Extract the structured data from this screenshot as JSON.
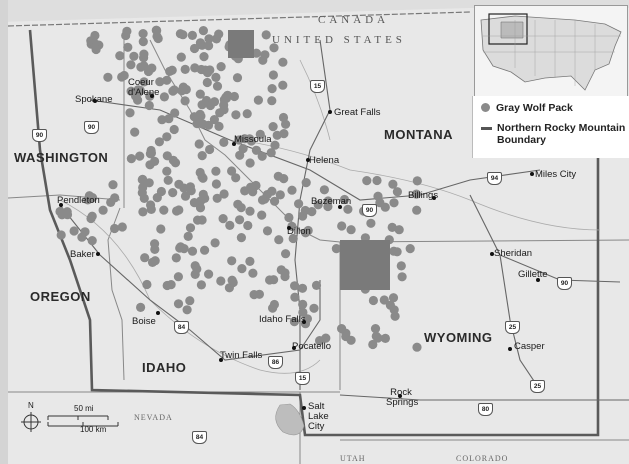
{
  "map": {
    "labels": {
      "canada": "CANADA",
      "united_states": "UNITED STATES",
      "washington": "WASHINGTON",
      "oregon": "OREGON",
      "idaho": "IDAHO",
      "montana": "MONTANA",
      "wyoming": "WYOMING",
      "nevada": "NEVADA",
      "utah": "UTAH",
      "colorado": "COLORADO"
    },
    "cities": {
      "spokane": "Spokane",
      "coeur_dalene": "Coeur d'Alene",
      "great_falls": "Great Falls",
      "missoula": "Missoula",
      "helena": "Helena",
      "bozeman": "Bozeman",
      "billings": "Billings",
      "miles_city": "Miles City",
      "pendleton": "Pendleton",
      "baker": "Baker",
      "dillon": "Dillon",
      "sheridan": "Sheridan",
      "gillette": "Gillette",
      "boise": "Boise",
      "idaho_falls": "Idaho Falls",
      "pocatello": "Pocatello",
      "twin_falls": "Twin Falls",
      "casper": "Casper",
      "rock_springs": "Rock Springs",
      "salt_lake_city": "Salt Lake City"
    },
    "interstates": [
      "15",
      "90",
      "90",
      "84",
      "94",
      "90",
      "25",
      "86",
      "15",
      "80",
      "84",
      "90",
      "25"
    ]
  },
  "legend": {
    "wolf_pack_label": "Gray Wolf Pack",
    "boundary_label": "Northern Rocky Mountain Boundary",
    "wolf_pack_color": "#8a8a8a",
    "boundary_color": "#555555"
  },
  "scale_bar": {
    "north": "N",
    "miles": "50 mi",
    "km": "100 km"
  },
  "colors": {
    "land": "#e6e6e6",
    "water": "#bdbdbd",
    "wolf_dot": "#8a8a8a",
    "boundary": "#5a5a5a"
  }
}
